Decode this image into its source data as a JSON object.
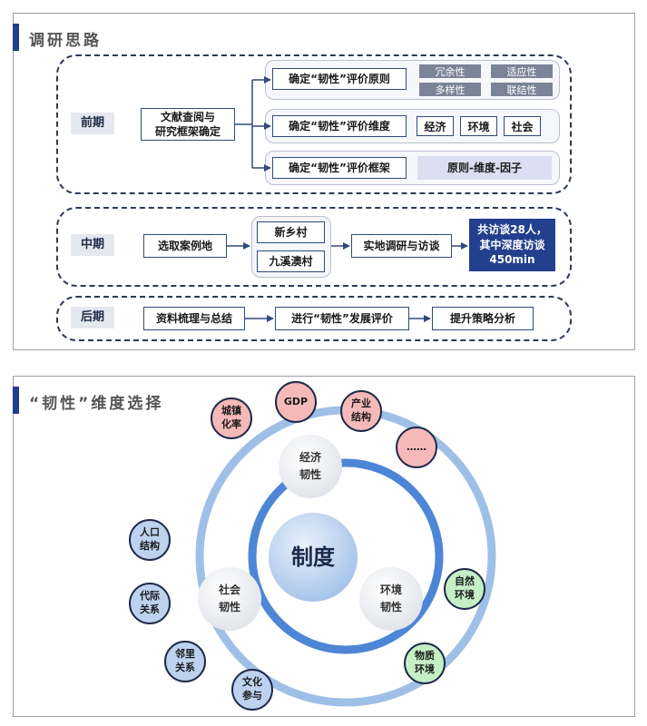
{
  "section1": {
    "title": "调研思路",
    "early": {
      "stage": "前期",
      "source": "文献查阅与\n研究框架确定",
      "principle": {
        "label": "确定“韧性”评价原则",
        "chips": [
          "冗余性",
          "适应性",
          "多样性",
          "联结性"
        ]
      },
      "dimension": {
        "label": "确定“韧性”评价维度",
        "tags": [
          "经济",
          "环境",
          "社会"
        ]
      },
      "framework": {
        "label": "确定“韧性”评价框架",
        "value": "原则-维度-因子"
      }
    },
    "middle": {
      "stage": "中期",
      "select": "选取案例地",
      "villages": [
        "新乡村",
        "九溪澳村"
      ],
      "survey": "实地调研与访谈",
      "result": "共访谈28人，\n其中深度访谈\n450min"
    },
    "late": {
      "stage": "后期",
      "steps": [
        "资料梳理与总结",
        "进行“韧性”发展评价",
        "提升策略分析"
      ]
    }
  },
  "section2": {
    "title": "“韧性”维度选择",
    "center": "制度",
    "economic": {
      "line1": "经济",
      "line2": "韧性"
    },
    "social": {
      "line1": "社会",
      "line2": "韧性"
    },
    "environment": {
      "line1": "环境",
      "line2": "韧性"
    },
    "red_nodes": [
      "城镇\n化率",
      "GDP",
      "产业\n结构",
      "……"
    ],
    "blue_nodes": [
      "人口\n结构",
      "代际\n关系",
      "邻里\n关系",
      "文化\n参与"
    ],
    "green_nodes": [
      "自然\n环境",
      "物质\n环境"
    ]
  },
  "colors": {
    "accent": "#1f3f8c",
    "economic_fill": "#f6b9b9",
    "social_fill": "#bcd2ee",
    "environment_fill": "#c5efc5",
    "ring": "#9fc0e6",
    "ring_inner": "#4d86d6"
  }
}
